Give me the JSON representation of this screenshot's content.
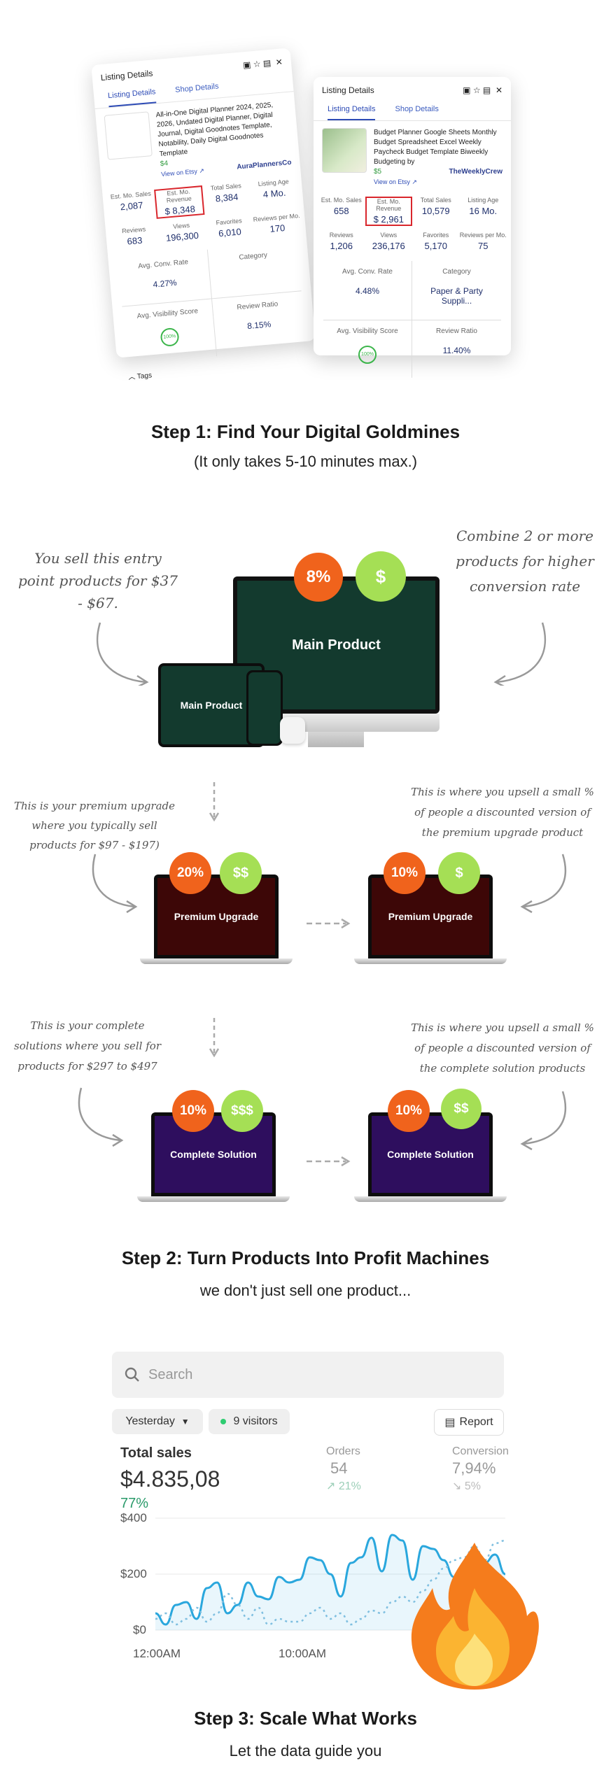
{
  "card_back": {
    "title": "Listing Details",
    "tabs": [
      "Listing Details",
      "Shop Details"
    ],
    "product_title": "All-in-One Digital Planner 2024, 2025, 2026, Undated Digital Planner, Digital Journal, Digital Goodnotes Template, Notability, Daily Digital Goodnotes Template",
    "price": "$4",
    "etsy_link": "View on Etsy ↗",
    "shop": "AuraPlannersCo",
    "stats": [
      {
        "label": "Est. Mo. Sales",
        "value": "2,087"
      },
      {
        "label": "Est. Mo. Revenue",
        "value": "$ 8,348"
      },
      {
        "label": "Total Sales",
        "value": "8,384"
      },
      {
        "label": "Listing Age",
        "value": "4 Mo."
      },
      {
        "label": "Reviews",
        "value": "683"
      },
      {
        "label": "Views",
        "value": "196,300"
      },
      {
        "label": "Favorites",
        "value": "6,010"
      },
      {
        "label": "Reviews per Mo.",
        "value": "170"
      }
    ],
    "conv_label": "Avg. Conv. Rate",
    "conv_value": "4.27%",
    "category_label": "Category",
    "visibility_label": "Avg. Visibility Score",
    "visibility_value": "100%",
    "review_ratio_label": "Review Ratio",
    "review_ratio_value": "8.15%",
    "tags_label": "Tags"
  },
  "card_front": {
    "title": "Listing Details",
    "tabs": [
      "Listing Details",
      "Shop Details"
    ],
    "product_title": "Budget Planner Google Sheets Monthly Budget Spreadsheet Excel Weekly Paycheck Budget Template Biweekly Budgeting by",
    "price": "$5",
    "etsy_link": "View on Etsy ↗",
    "shop": "TheWeeklyCrew",
    "stats": [
      {
        "label": "Est. Mo. Sales",
        "value": "658"
      },
      {
        "label": "Est. Mo. Revenue",
        "value": "$ 2,961"
      },
      {
        "label": "Total Sales",
        "value": "10,579"
      },
      {
        "label": "Listing Age",
        "value": "16 Mo."
      },
      {
        "label": "Reviews",
        "value": "1,206"
      },
      {
        "label": "Views",
        "value": "236,176"
      },
      {
        "label": "Favorites",
        "value": "5,170"
      },
      {
        "label": "Reviews per Mo.",
        "value": "75"
      }
    ],
    "conv_label": "Avg. Conv. Rate",
    "conv_value": "4.48%",
    "category_label": "Category",
    "category_value": "Paper & Party Suppli...",
    "visibility_label": "Avg. Visibility Score",
    "visibility_value": "100%",
    "review_ratio_label": "Review Ratio",
    "review_ratio_value": "11.40%"
  },
  "step1": {
    "title": "Step 1: Find Your Digital Goldmines",
    "subtitle": "(It only takes 5-10 minutes max.)"
  },
  "funnel": {
    "note_left": "You sell this entry point products for $37 - $67.",
    "note_right": "Combine 2 or more products for higher conversion rate",
    "main_pct": "8%",
    "main_price": "$",
    "main_label": "Main Product",
    "main_label_tablet": "Main Product",
    "premium_note_left": "This is your premium upgrade where you typically sell products for $97 - $197)",
    "premium_note_right": "This is where you upsell a small % of people a discounted version of the premium upgrade product",
    "premium_label": "Premium Upgrade",
    "premium_left_pct": "20%",
    "premium_left_price": "$$",
    "premium_right_pct": "10%",
    "premium_right_price": "$",
    "complete_note_left": "This is your complete solutions where you sell for products for $297 to $497",
    "complete_note_right": "This is where you upsell a small % of people a discounted version of the complete solution products",
    "complete_label": "Complete Solution",
    "complete_left_pct": "10%",
    "complete_left_price": "$$$",
    "complete_right_pct": "10%",
    "complete_right_price": "$$"
  },
  "step2": {
    "title": "Step 2: Turn Products Into Profit Machines",
    "subtitle": "we don't just sell one product..."
  },
  "analytics": {
    "search_placeholder": "Search",
    "period": "Yesterday",
    "visitors": "9 visitors",
    "report": "Report",
    "total_sales_label": "Total sales",
    "total_sales_value": "$4.835,08",
    "total_sales_change": "77%",
    "orders_label": "Orders",
    "orders_value": "54",
    "orders_change": "21%",
    "conversion_label": "Conversion",
    "conversion_value": "7,94%",
    "conversion_change": "5%",
    "y_ticks": [
      "$400",
      "$200",
      "$0"
    ],
    "x_ticks": [
      "12:00AM",
      "10:00AM"
    ]
  },
  "chart_data": {
    "type": "line",
    "title": "",
    "xlabel": "",
    "ylabel": "",
    "ylim": [
      0,
      400
    ],
    "x_ticks": [
      "12:00AM",
      "10:00AM"
    ],
    "series": [
      {
        "name": "",
        "style": "solid",
        "color": "#2aa7dd",
        "values": [
          60,
          20,
          90,
          100,
          40,
          150,
          170,
          60,
          90,
          170,
          120,
          110,
          190,
          170,
          180,
          260,
          250,
          200,
          120,
          240,
          260,
          330,
          210,
          340,
          320,
          180,
          300,
          290,
          250,
          190,
          190,
          230,
          240,
          270,
          200
        ]
      },
      {
        "name": "",
        "style": "dotted",
        "color": "#7fbfe0",
        "values": [
          40,
          60,
          20,
          40,
          80,
          30,
          60,
          130,
          90,
          40,
          80,
          20,
          40,
          30,
          30,
          60,
          80,
          40,
          60,
          20,
          40,
          70,
          60,
          100,
          120,
          100,
          140,
          180,
          220,
          250,
          260,
          300,
          250,
          310,
          320
        ]
      }
    ]
  },
  "step3": {
    "title": "Step 3: Scale What Works",
    "subtitle": "Let the data guide you"
  },
  "colors": {
    "orange": "#f0631c",
    "green": "#a5df55",
    "red_highlight": "#d9262c",
    "link_blue": "#2d4bb6"
  }
}
